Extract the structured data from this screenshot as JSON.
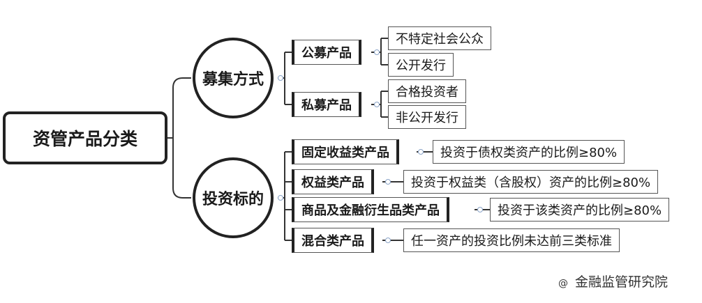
{
  "root": "资管产品分类",
  "branches": [
    {
      "label": "募集方式",
      "categories": [
        {
          "label": "公募产品",
          "details": [
            "不特定社会公众",
            "公开发行"
          ]
        },
        {
          "label": "私募产品",
          "details": [
            "合格投资者",
            "非公开发行"
          ]
        }
      ]
    },
    {
      "label": "投资标的",
      "categories": [
        {
          "label": "固定收益类产品",
          "details": [
            "投资于债权类资产的比例≥80%"
          ]
        },
        {
          "label": "权益类产品",
          "details": [
            "投资于权益类（含股权）资产的比例≥80%"
          ]
        },
        {
          "label": "商品及金融衍生品类产品",
          "details": [
            "投资于该类资产的比例≥80%"
          ]
        },
        {
          "label": "混合类产品",
          "details": [
            "任一资产的投资比例未达前三类标准"
          ]
        }
      ]
    }
  ],
  "watermark": "金融监管研究院",
  "watermark_prefix": "@"
}
